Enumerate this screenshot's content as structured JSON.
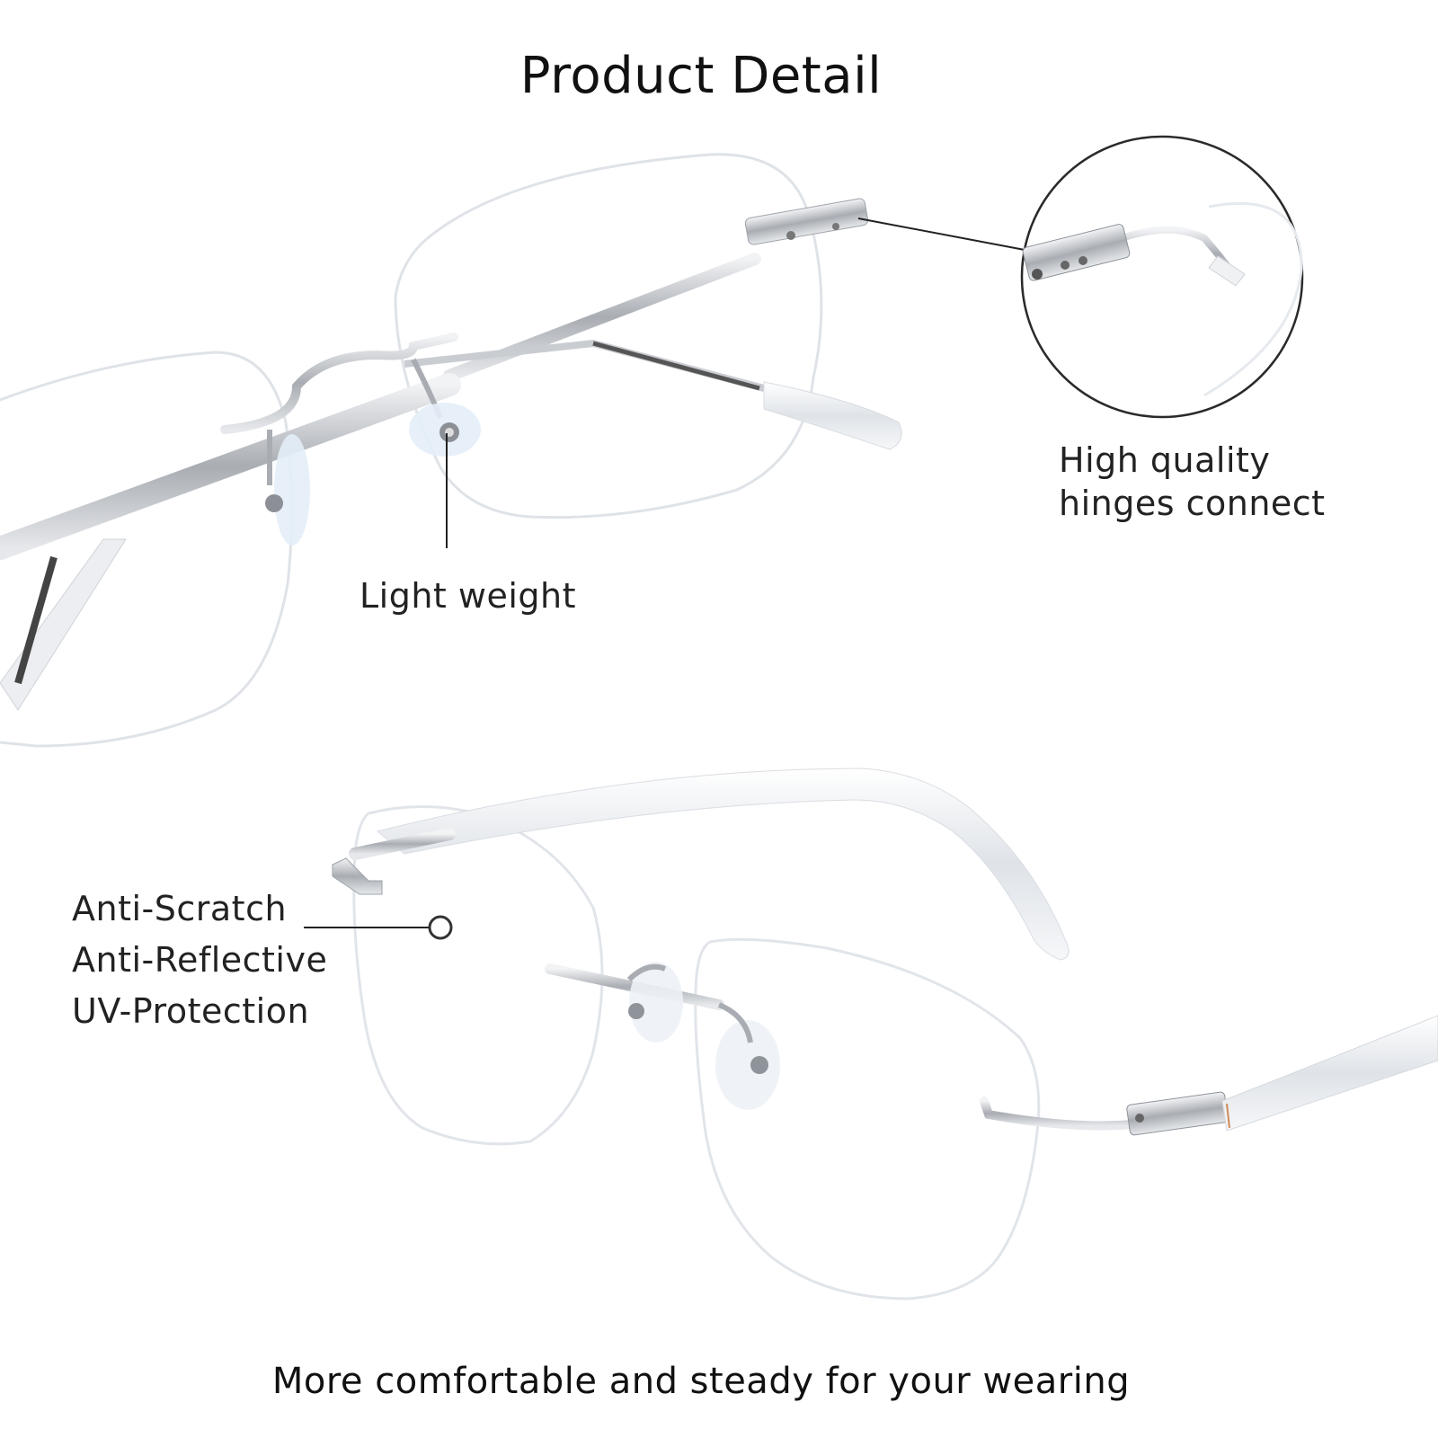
{
  "title": "Product Detail",
  "features": {
    "hinge": {
      "line1": "High quality",
      "line2": "hinges connect"
    },
    "weight": {
      "label": "Light weight"
    },
    "lens": {
      "line1": "Anti-Scratch",
      "line2": "Anti-Reflective",
      "line3": "UV-Protection"
    }
  },
  "tagline": "More comfortable and steady for your wearing",
  "colors": {
    "background": "#ffffff",
    "text": "#1a1a1a",
    "metal": "#b8bcc2",
    "lens_edge": "#d8dde3",
    "pad": "#dfe9f3"
  }
}
